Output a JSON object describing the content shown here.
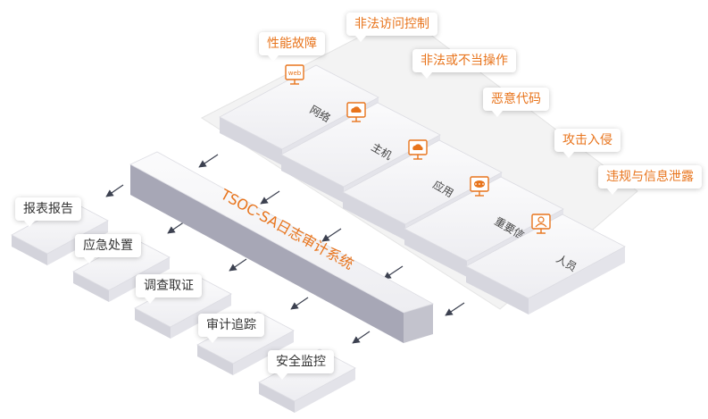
{
  "center": {
    "label": "TSOC-SA日志审计系统"
  },
  "sources": [
    {
      "label": "网络",
      "icon": "web-icon",
      "icon_text": "web"
    },
    {
      "label": "主机",
      "icon": "cloud-monitor-icon"
    },
    {
      "label": "应用",
      "icon": "cloud-monitor-icon"
    },
    {
      "label": "重要信息",
      "icon": "chat-monitor-icon"
    },
    {
      "label": "人员",
      "icon": "user-monitor-icon"
    }
  ],
  "threats": [
    "性能故障",
    "非法访问控制",
    "非法或不当操作",
    "恶意代码",
    "攻击入侵",
    "违规与信息泄露"
  ],
  "outputs": [
    "报表报告",
    "应急处置",
    "调查取证",
    "审计追踪",
    "安全监控"
  ],
  "colors": {
    "accent": "#e8741c",
    "block_top": "#f7f7f9",
    "block_side": "#d9d9e0",
    "center_side": "#a9a9b8"
  }
}
